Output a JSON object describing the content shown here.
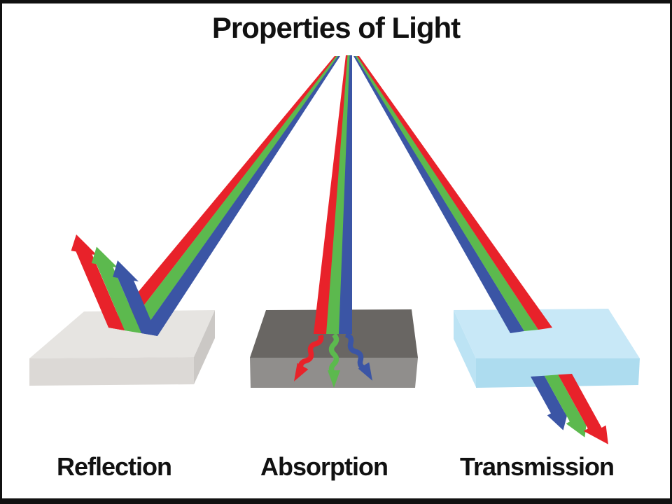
{
  "title": "Properties of Light",
  "panels": [
    {
      "id": "reflection",
      "label": "Reflection"
    },
    {
      "id": "absorption",
      "label": "Absorption"
    },
    {
      "id": "transmission",
      "label": "Transmission"
    }
  ],
  "colors": {
    "red": "#E8222A",
    "green": "#5CB94E",
    "blue": "#3B55A5",
    "reflect_top": "#E6E4E1",
    "reflect_front": "#DCD9D6",
    "reflect_side": "#CBC8C5",
    "absorb_top": "#696663",
    "absorb_front": "#908E8C",
    "transmit_top": "#C8E8F7",
    "transmit_front": "#ADDCEF",
    "transmit_side": "#BCE3F4",
    "background": "#FFFFFF",
    "frame": "#111111",
    "text": "#111111"
  }
}
